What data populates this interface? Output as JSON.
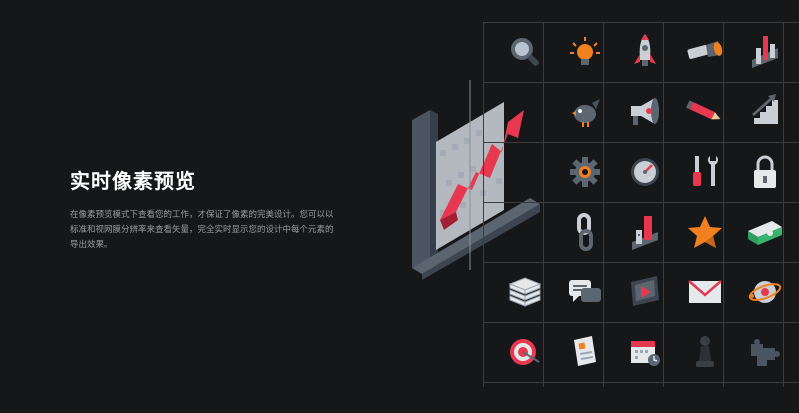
{
  "section": {
    "title": "实时像素预览",
    "description_lines": [
      "在像素预览模式下查看您的工作，才保证了像素的完美设计。您可以以",
      "标准和视网膜分辨率来查看矢量，完全实时显示您的设计中每个元素的",
      "导出效果。"
    ]
  },
  "colors": {
    "background": "#161718",
    "grid_line": "#3a3c3e",
    "accent_red": "#e8384f",
    "accent_orange": "#f2801f",
    "icon_gray": "#5c6670"
  },
  "icons": [
    [
      "magnifier-icon",
      "lightbulb-icon",
      "rocket-icon",
      "flashlight-icon",
      "chart-bars-icon"
    ],
    [
      "bird-icon",
      "megaphone-icon",
      "pencil-icon",
      "growth-arrow-icon",
      ""
    ],
    [
      "gear-icon",
      "speedometer-icon",
      "tools-icon",
      "padlock-icon",
      ""
    ],
    [
      "chain-link-icon",
      "building-chart-icon",
      "star-icon",
      "money-stack-icon",
      ""
    ],
    [
      "paper-stack-icon",
      "chat-bubbles-icon",
      "video-player-icon",
      "envelope-icon",
      "globe-icon"
    ],
    [
      "target-icon",
      "document-list-icon",
      "calendar-clock-icon",
      "chess-pawn-icon",
      "puzzle-icon"
    ]
  ]
}
